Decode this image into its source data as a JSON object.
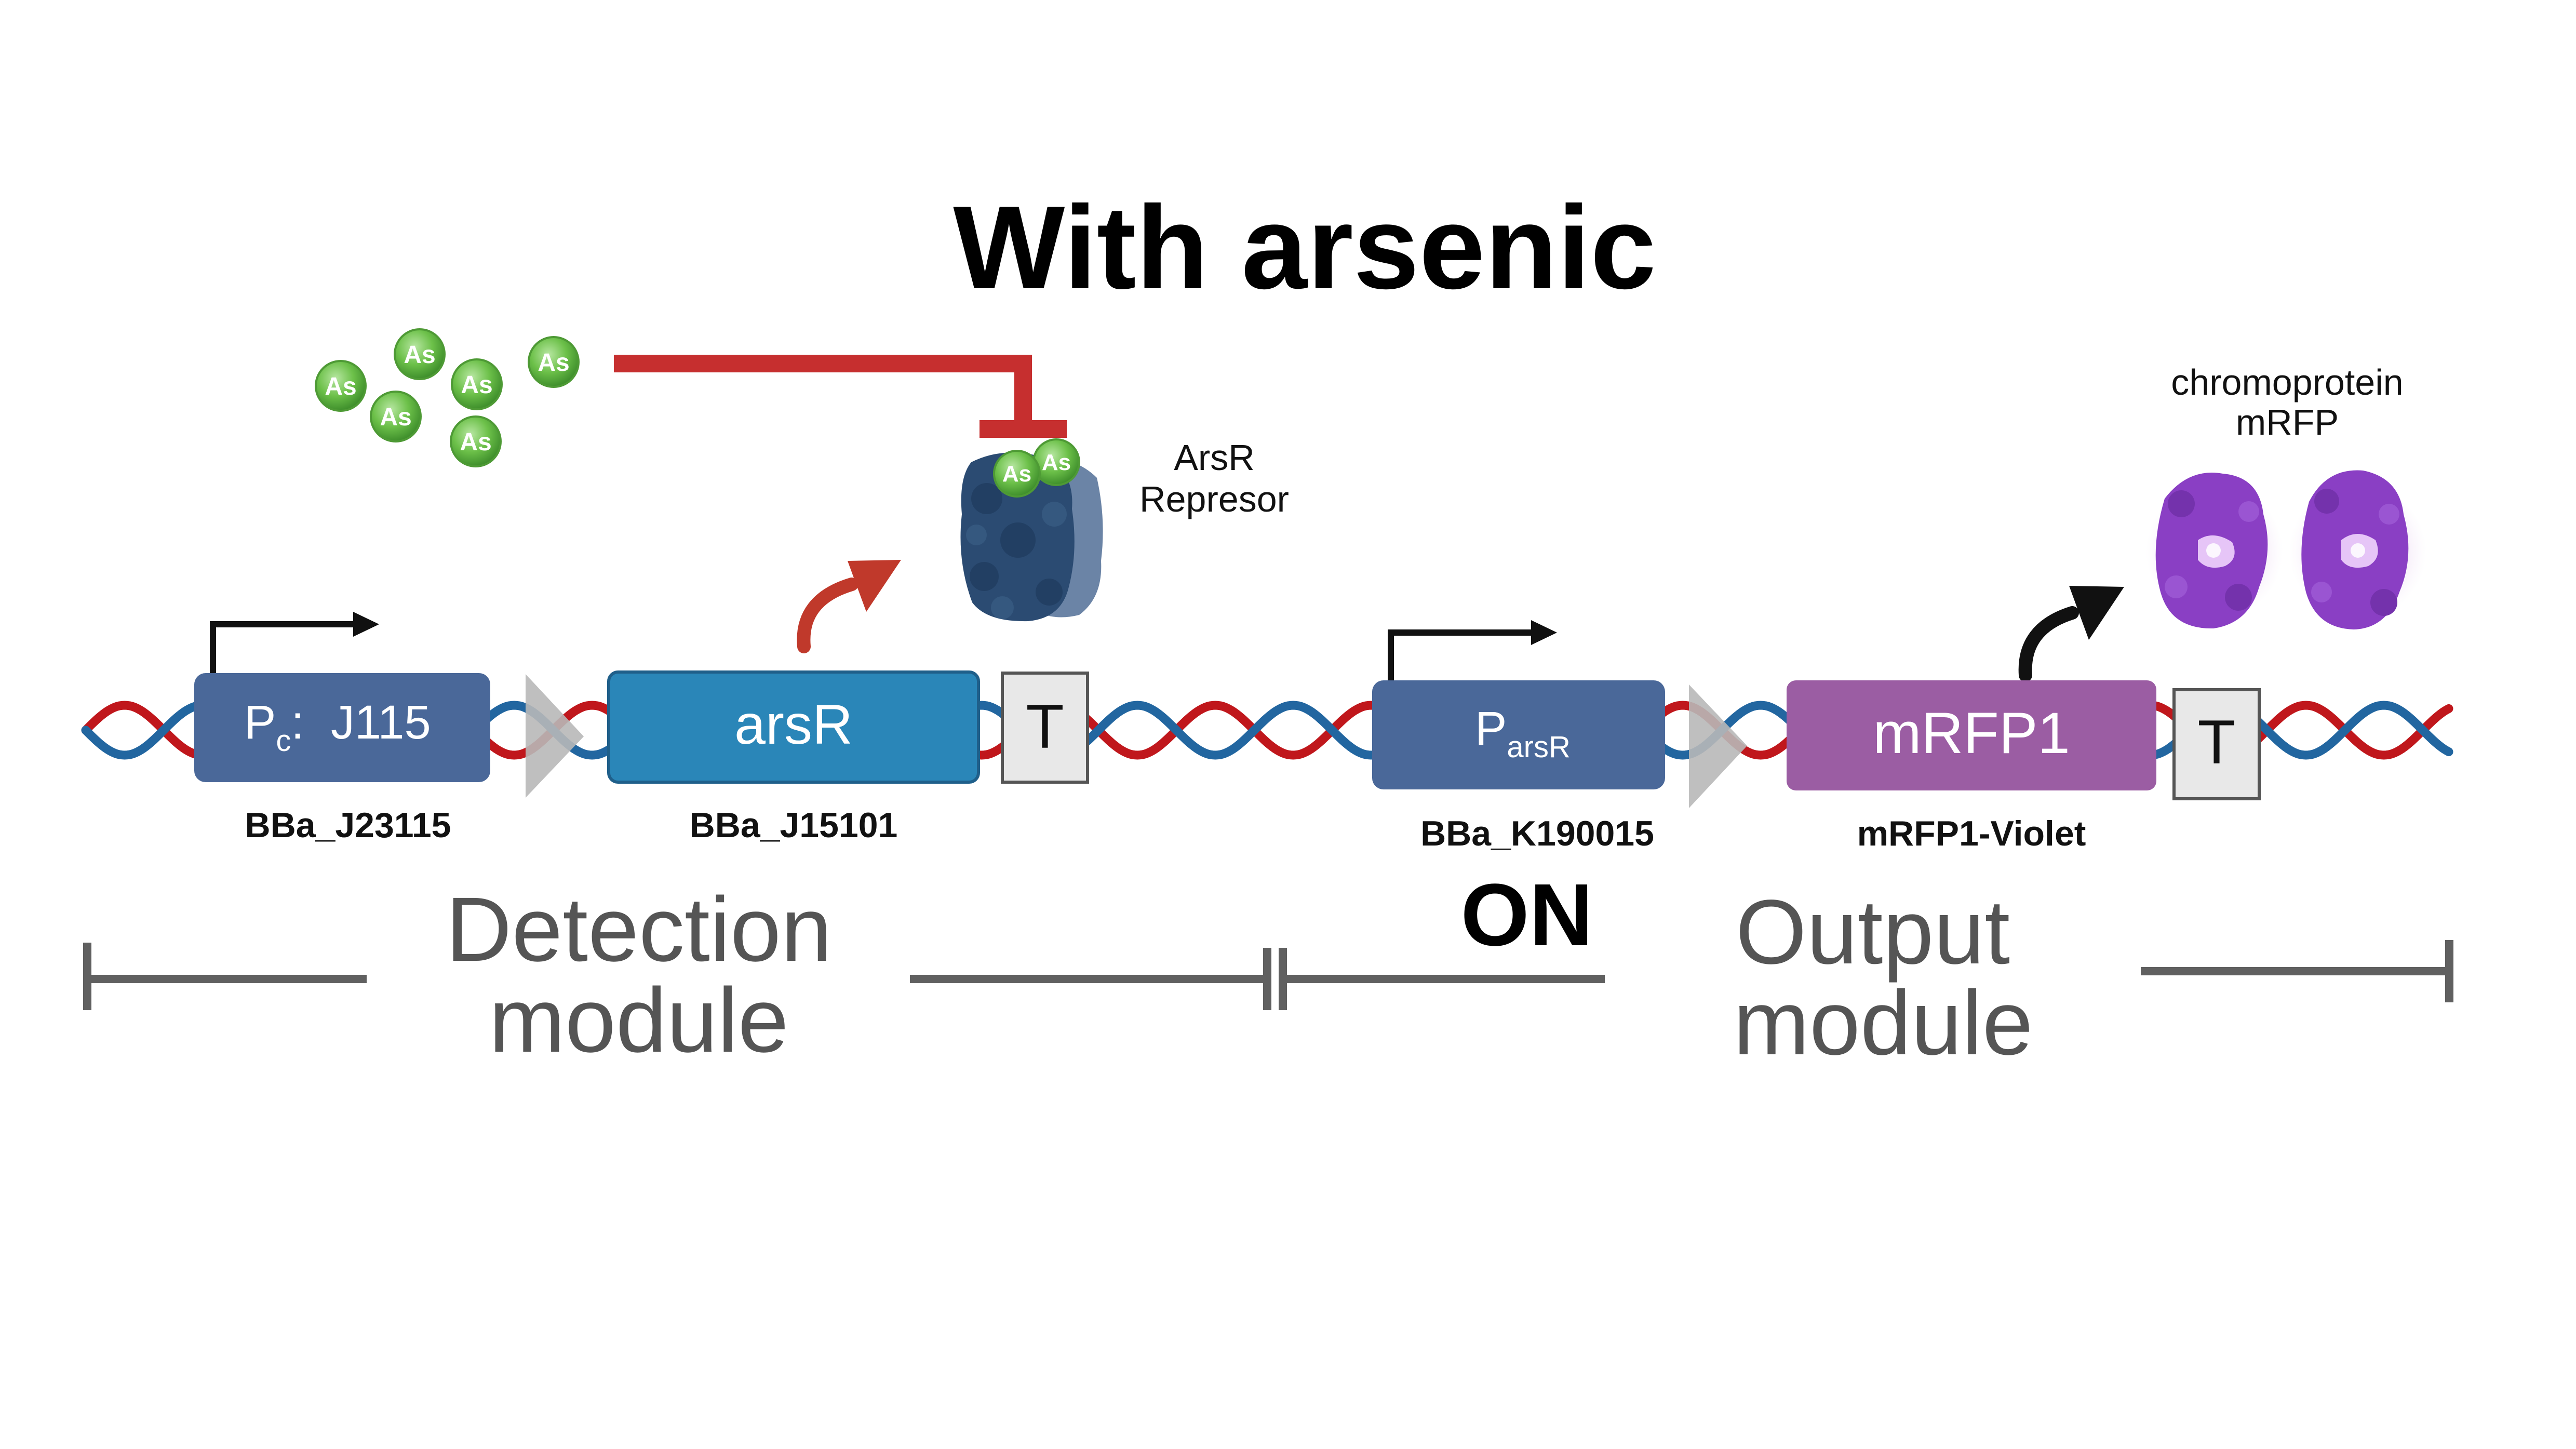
{
  "title": "With arsenic",
  "arsenic": {
    "label": "As",
    "count": 6,
    "on_repressor_count": 2
  },
  "repressor_label": {
    "line1": "ArsR",
    "line2": "Represor"
  },
  "chromoprotein_label": {
    "line1": "chromoprotein",
    "line2": "mRFP"
  },
  "parts": {
    "pc": {
      "label_main": "P",
      "label_sub": "c",
      "label_rest": ":  J115",
      "id": "BBa_J23115"
    },
    "arsR": {
      "label": "arsR",
      "id": "BBa_J15101"
    },
    "terminator1": {
      "label": "T"
    },
    "pars": {
      "label_main": "P",
      "label_sub": "arsR",
      "id": "BBa_K190015"
    },
    "mrfp": {
      "label": "mRFP1",
      "id": "mRFP1-Violet"
    },
    "terminator2": {
      "label": "T"
    }
  },
  "state": "ON",
  "modules": {
    "detection": {
      "line1": "Detection",
      "line2": "module"
    },
    "output": {
      "line1": "Output",
      "line2": "module"
    }
  },
  "colors": {
    "dna_red": "#c0171c",
    "dna_blue": "#2266a0",
    "promoter_box": "#4a6899",
    "arsR_box": "#2a86b8",
    "arsR_box_border": "#1f5f8a",
    "mrfp_box": "#9b5da3",
    "repression_line": "#c62f2f",
    "red_arrow": "#c0392b",
    "black_arrow": "#111111",
    "module_line": "#606060",
    "arsenic_green": "#6cc049",
    "repressor_dark": "#2b4b72",
    "protein_violet": "#8a3fc4"
  }
}
